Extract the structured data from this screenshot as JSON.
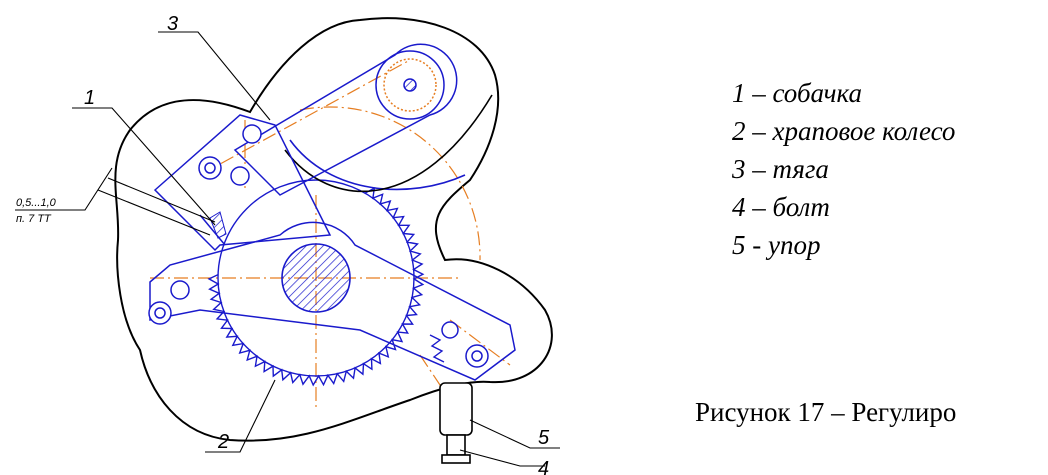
{
  "diagram": {
    "callouts": [
      "1",
      "2",
      "3",
      "4",
      "5"
    ],
    "dimension": {
      "value": "0,5...1,0",
      "note": "п. 7 ТТ"
    },
    "colors": {
      "outline": "#000000",
      "mechanism": "#1a1acc",
      "axis": "#e67e22"
    }
  },
  "legend": [
    {
      "text": "1 – собачка"
    },
    {
      "text": "2 – храповое колесо"
    },
    {
      "text": "3 – тяга"
    },
    {
      "text": "4 – болт"
    },
    {
      "text": "5 - упор"
    }
  ],
  "caption": "Рисунок 17 – Регулиро"
}
